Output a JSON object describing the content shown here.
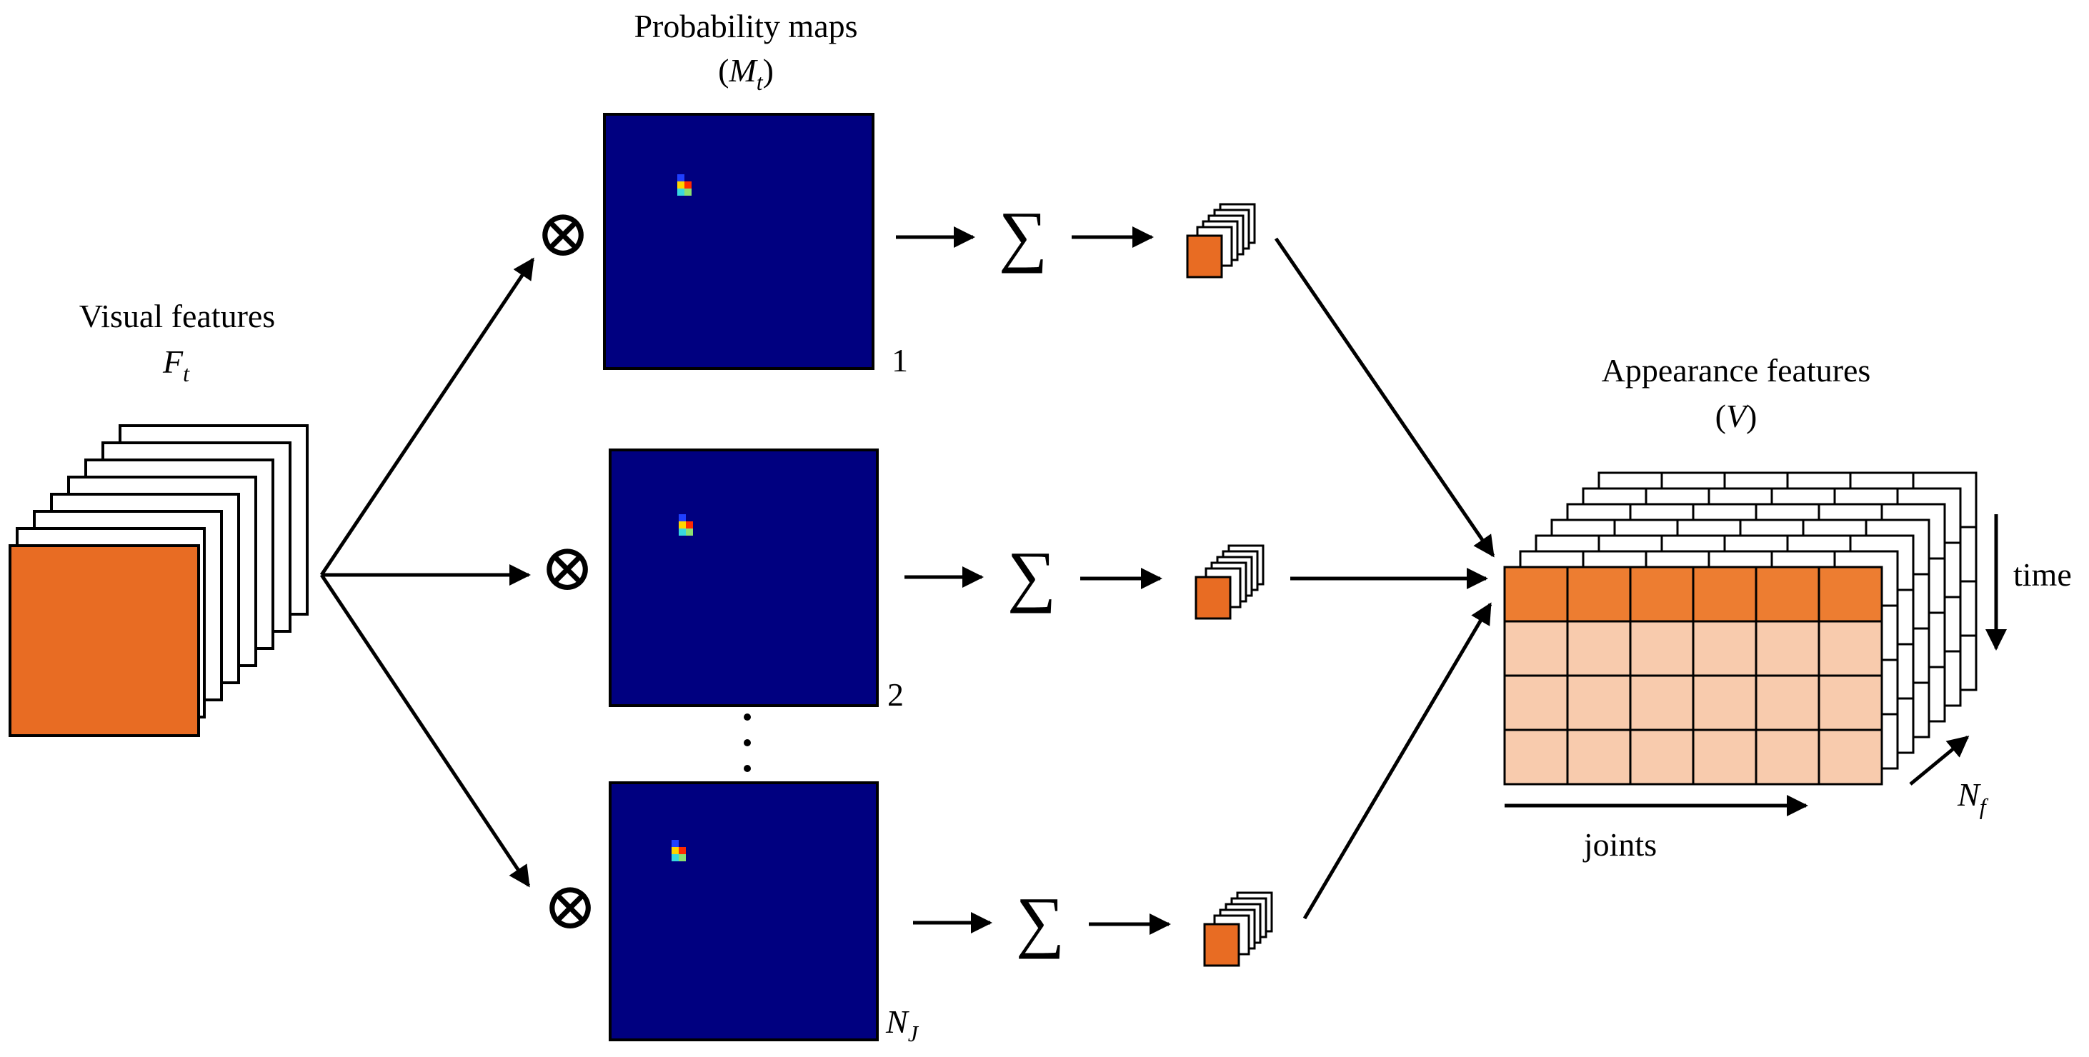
{
  "labels": {
    "visual_features": "Visual features",
    "visual_features_symbol": "F",
    "visual_features_sub": "t",
    "probability_maps": "Probability maps",
    "probability_maps_symbol": "M",
    "probability_maps_sub": "t",
    "appearance_features": "Appearance features",
    "appearance_features_symbol": "V",
    "map_index_1": "1",
    "map_index_2": "2",
    "map_index_last": "N",
    "map_index_last_sub": "J",
    "time": "time",
    "joints": "joints",
    "nf": "N",
    "nf_sub": "f"
  },
  "symbols": {
    "multiply": "⊗",
    "sum": "∑",
    "vertical_dots": "⋮"
  },
  "colors": {
    "feature_orange": "#E86C23",
    "appearance_orange": "#ED7D31",
    "appearance_light": "#F8CBAD",
    "map_background": "#000080",
    "hotspot_blue": "#1f3fff",
    "hotspot_red": "#ff2a00",
    "hotspot_yellow": "#ffd500",
    "hotspot_cyan": "#38d8e0",
    "hotspot_green": "#8be070"
  },
  "grid": {
    "columns": 6,
    "rows": 4
  }
}
